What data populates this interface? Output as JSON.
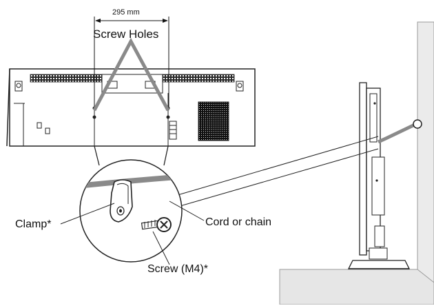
{
  "diagram": {
    "dimension_label": "295 mm",
    "screw_holes_label": "Screw Holes",
    "clamp_label": "Clamp*",
    "cord_label": "Cord or chain",
    "screw_label": "Screw (M4)*"
  }
}
